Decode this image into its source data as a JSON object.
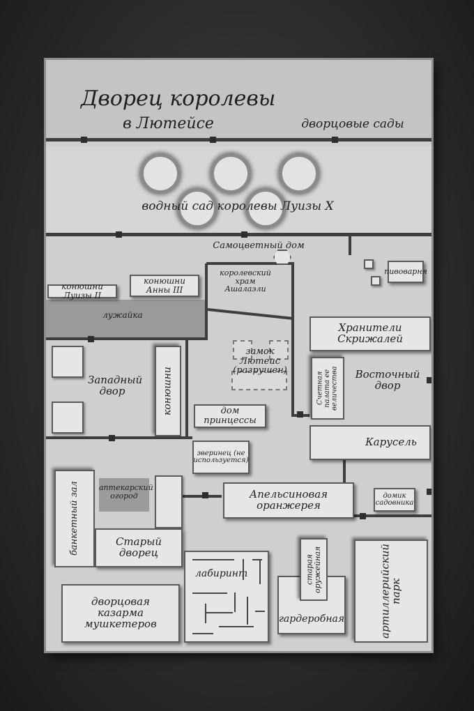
{
  "map": {
    "title": "Дворец королевы",
    "subtitle": "в Лютейсе",
    "palace_gardens": "дворцовые сады",
    "water_garden": "водный сад королевы Луизы X",
    "gem_house": "Самоцветный дом",
    "brewery": "пивоварня",
    "stables_louise": "конюшни Луизы II",
    "stables_anna": "конюшни Анны III",
    "temple": "королевский храм Ашалаэли",
    "lawn": "лужайка",
    "keepers": "Хранители Скрижалей",
    "west_yard": "Западный двор",
    "stables": "конюшни",
    "castle": "замок Лютеис (разрушен)",
    "treasury": "Счетная палата ее величества",
    "east_yard": "Восточный двор",
    "princess_house": "дом принцессы",
    "carousel": "Карусель",
    "menagerie": "зверинец (не используется)",
    "banquet_hall": "банкетный зал",
    "apothecary_garden": "аптекарский огород",
    "orangery": "Апельсиновая оранжерея",
    "gardener_house": "домик садовника",
    "old_palace": "Старый дворец",
    "old_armory": "старая оружейная",
    "artillery_park": "артиллерийский парк",
    "labyrinth": "лабиринт",
    "barracks": "дворцовая казарма мушкетеров",
    "wardrobe": "гардеробная"
  }
}
